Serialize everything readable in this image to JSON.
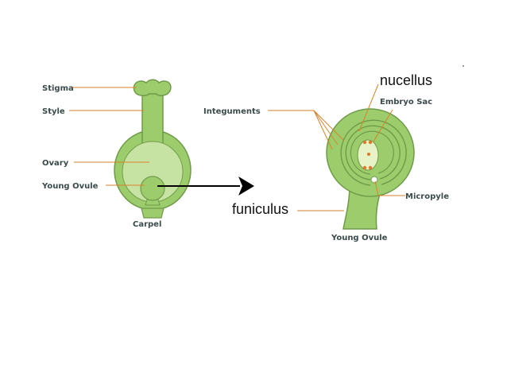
{
  "carpel": {
    "stigma": "Stigma",
    "style": "Style",
    "ovary": "Ovary",
    "young_ovule": "Young Ovule",
    "caption": "Carpel"
  },
  "ovule": {
    "integuments": "Integuments",
    "nucellus": "nucellus",
    "embryo_sac": "Embryo Sac",
    "micropyle": "Micropyle",
    "funiculus": "funiculus",
    "caption": "Young Ovule"
  },
  "colors": {
    "fill": "#9ccc6c",
    "fill_light": "#c6e3a4",
    "outline": "#6f9b49",
    "leader": "#d9822b",
    "nuclei": "#e0772a",
    "arrow": "#000000",
    "label": "#3b4a4a"
  }
}
